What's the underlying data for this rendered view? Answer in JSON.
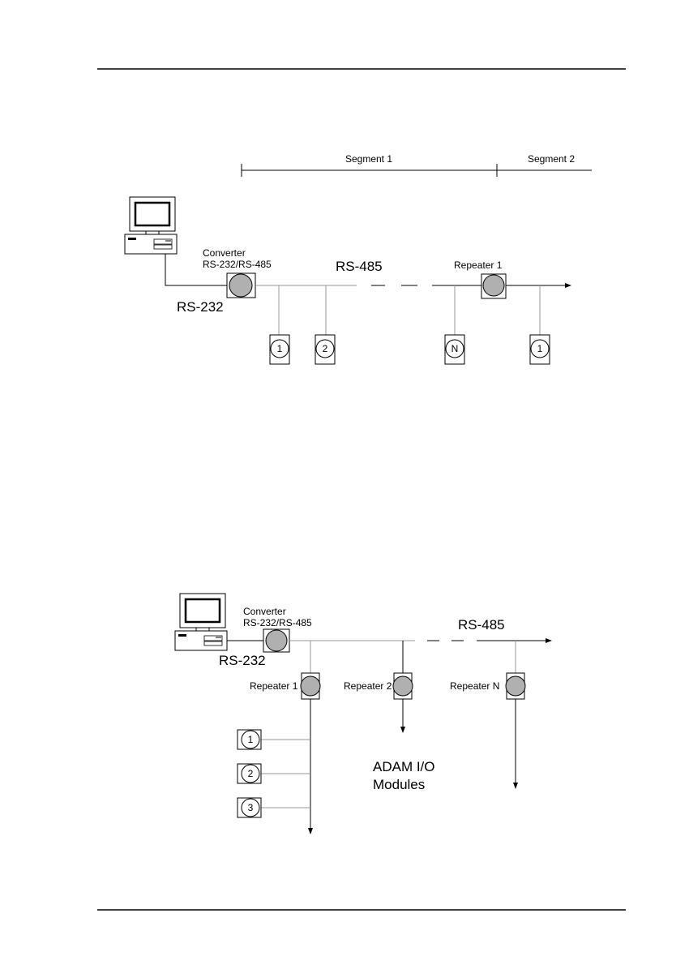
{
  "diagram1": {
    "segment1_label": "Segment 1",
    "segment2_label": "Segment 2",
    "converter_label": "Converter",
    "converter_sub": "RS-232/RS-485",
    "rs485_label": "RS-485",
    "rs232_label": "RS-232",
    "repeater_label": "Repeater 1",
    "nodes": [
      "1",
      "2",
      "N",
      "1"
    ]
  },
  "diagram2": {
    "converter_label": "Converter",
    "converter_sub": "RS-232/RS-485",
    "rs485_label": "RS-485",
    "rs232_label": "RS-232",
    "repeaters": [
      "Repeater 1",
      "Repeater 2",
      "Repeater N"
    ],
    "modules": [
      "1",
      "2",
      "3"
    ],
    "adam_line1": "ADAM I/O",
    "adam_line2": "Modules"
  }
}
